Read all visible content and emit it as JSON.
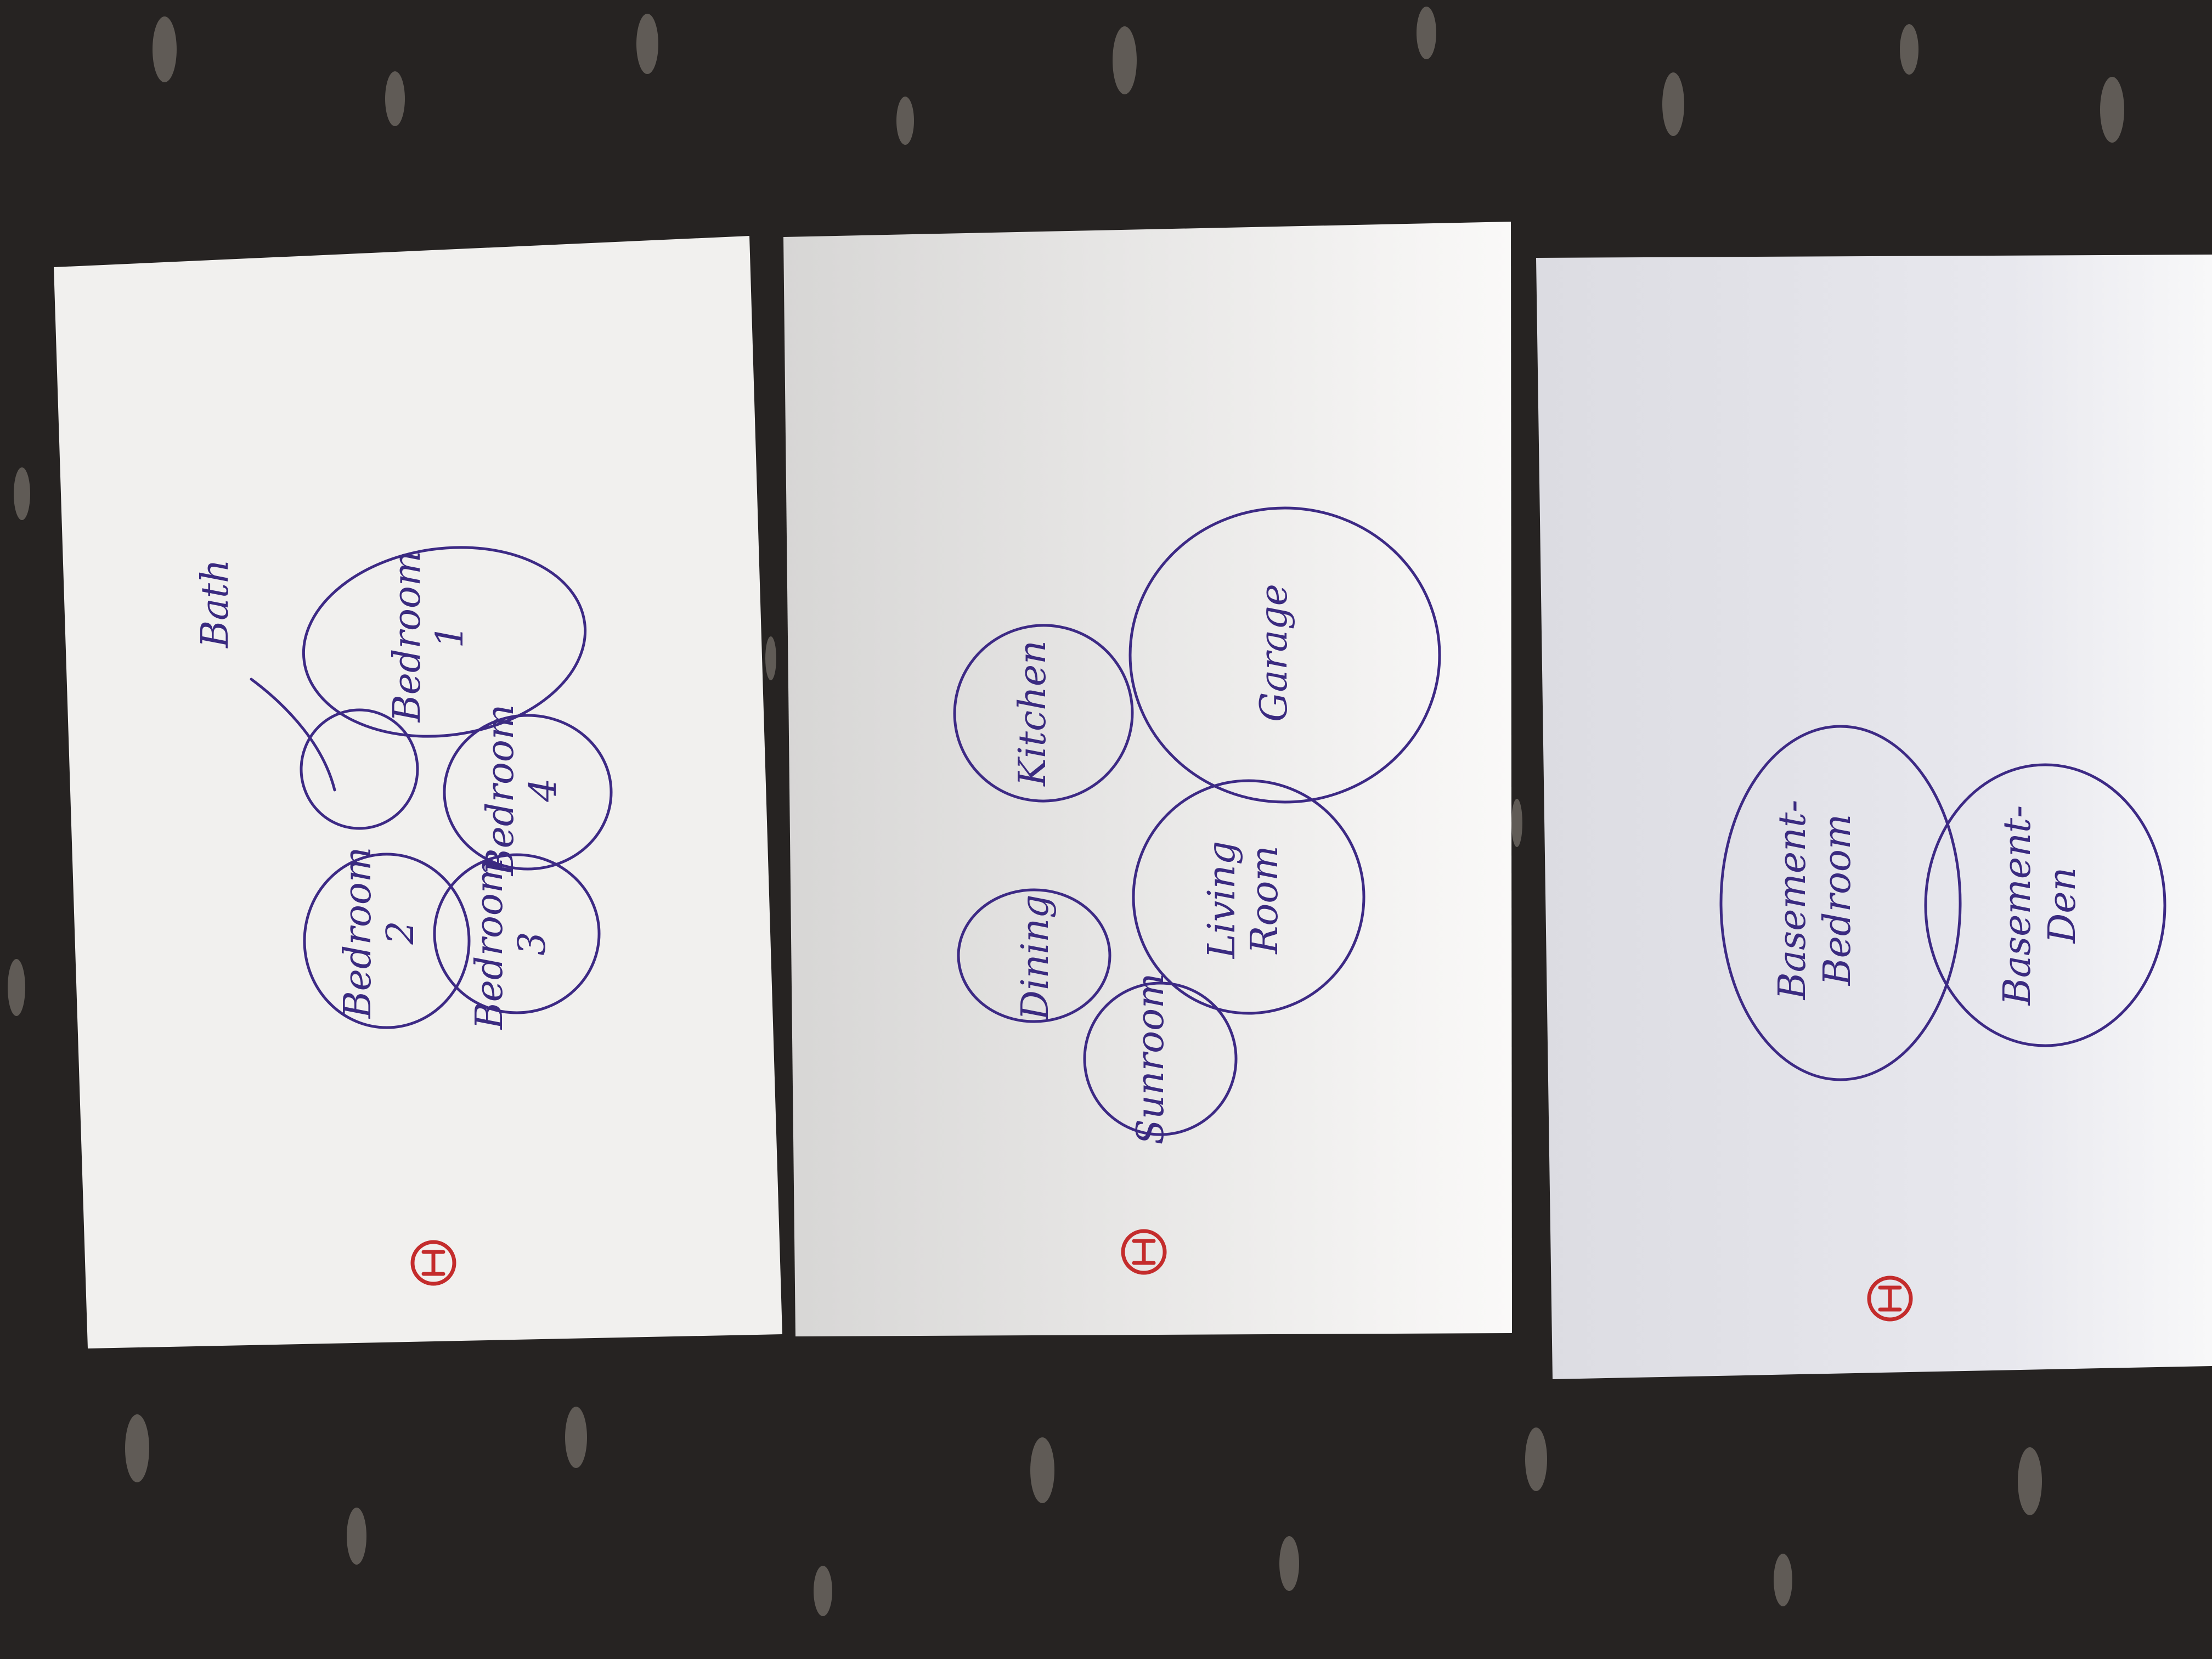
{
  "sheets": [
    {
      "rooms": [
        {
          "id": "bedroom-1",
          "lines": [
            "Bedroom",
            "1"
          ]
        },
        {
          "id": "bath",
          "lines": [
            ""
          ]
        },
        {
          "id": "bedroom-4",
          "lines": [
            "Bedroom",
            "4"
          ]
        },
        {
          "id": "bedroom-2",
          "lines": [
            "Bedroom",
            "2"
          ]
        },
        {
          "id": "bedroom-3",
          "lines": [
            "Bedroom",
            "3"
          ]
        }
      ],
      "callout": "Bath"
    },
    {
      "rooms": [
        {
          "id": "kitchen",
          "lines": [
            "Kitchen"
          ]
        },
        {
          "id": "garage",
          "lines": [
            "Garage"
          ]
        },
        {
          "id": "dining",
          "lines": [
            "Dining"
          ]
        },
        {
          "id": "living-room",
          "lines": [
            "Living",
            "Room"
          ]
        },
        {
          "id": "sunroom",
          "lines": [
            "Sunroom"
          ]
        }
      ]
    },
    {
      "rooms": [
        {
          "id": "basement-bedroom",
          "lines": [
            "Basement-",
            "Bedroom"
          ]
        },
        {
          "id": "basement-den",
          "lines": [
            "Basement-",
            "Den"
          ]
        }
      ]
    }
  ],
  "colors": {
    "background": "#262322",
    "paper": "#f1f0ee",
    "ink": "#3d2a85",
    "logo": "#c42c2c"
  },
  "logo_icon": "red-circle-logo-icon"
}
